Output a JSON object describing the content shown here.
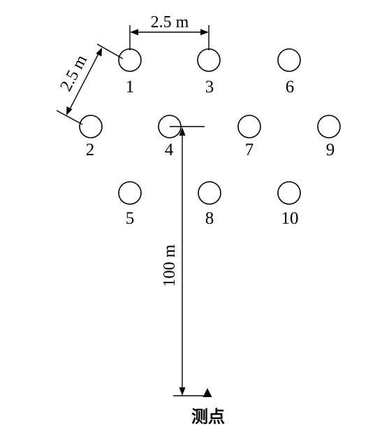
{
  "holes": [
    {
      "label": "1"
    },
    {
      "label": "3"
    },
    {
      "label": "6"
    },
    {
      "label": "2"
    },
    {
      "label": "4"
    },
    {
      "label": "7"
    },
    {
      "label": "9"
    },
    {
      "label": "5"
    },
    {
      "label": "8"
    },
    {
      "label": "10"
    }
  ],
  "dimensions": {
    "horizontal_spacing": "2.5 m",
    "diagonal_spacing": "2.5 m",
    "distance_to_point": "100 m"
  },
  "measurement_point": {
    "label": "测点"
  }
}
